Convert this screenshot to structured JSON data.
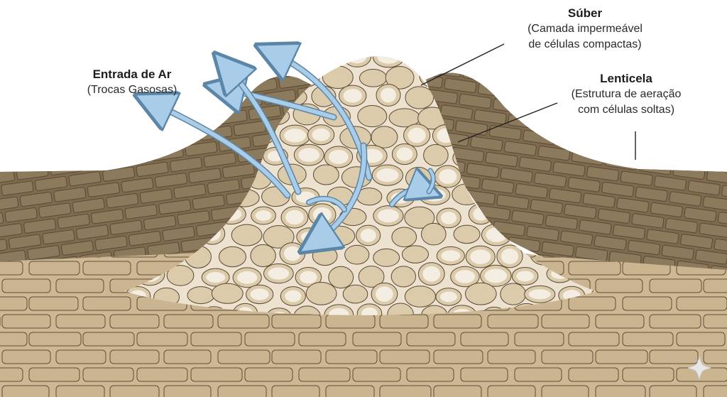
{
  "labels": {
    "air": {
      "title": "Entrada de Ar",
      "desc": "(Trocas Gasosas)"
    },
    "suber": {
      "title": "Súber",
      "desc_1": "(Camada impermeável",
      "desc_2": "de células compactas)"
    },
    "lenticel": {
      "title": "Lenticela",
      "desc_1": "(Estrutura de aeração",
      "desc_2": "com células soltas)"
    }
  },
  "colors": {
    "cork_cell": "#8c7a5c",
    "cork_outline": "#5a4a35",
    "outer_cell": "#cbb590",
    "filling_cell": "#dccbab",
    "filling_core": "#f3ede2",
    "air_arrow": "#a9cde8",
    "air_arrow_outline": "#5b86a8",
    "leader_line": "#222222"
  }
}
